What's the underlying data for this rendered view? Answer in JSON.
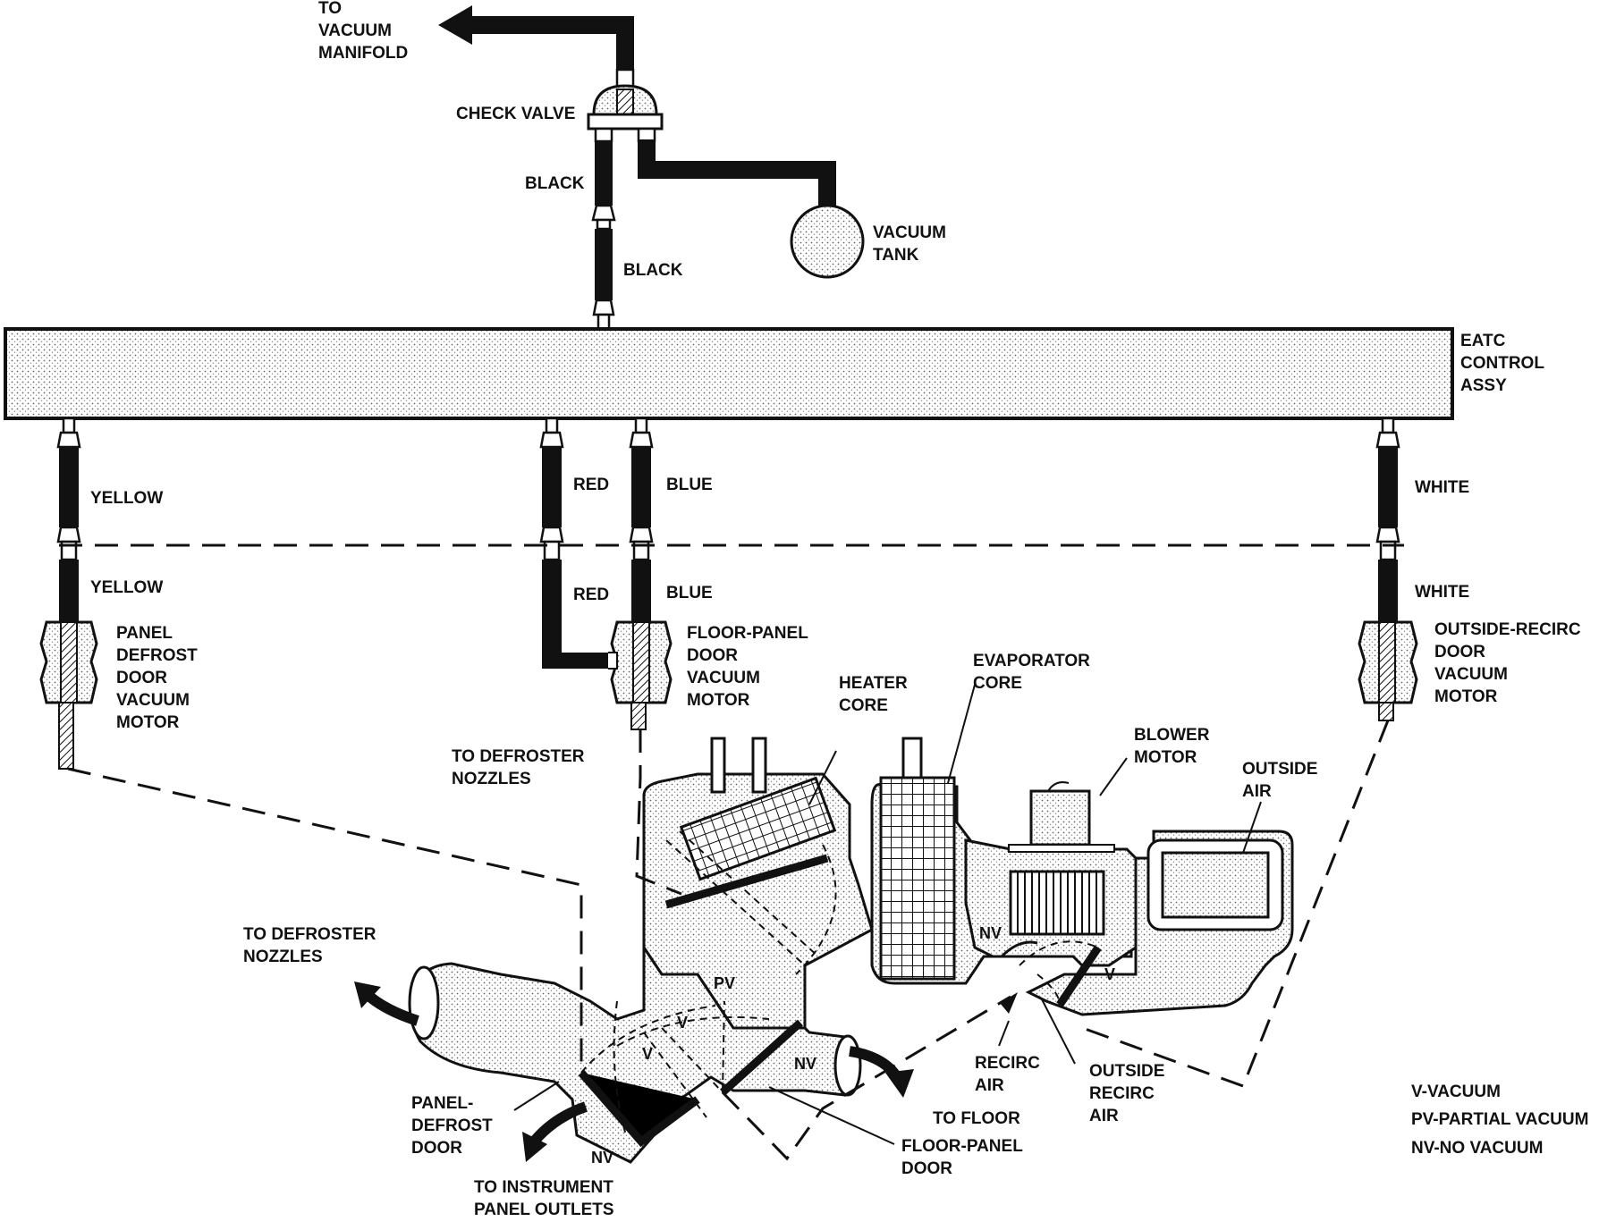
{
  "top": {
    "to_vacuum_manifold": [
      "TO",
      "VACUUM",
      "MANIFOLD"
    ],
    "check_valve": "CHECK VALVE",
    "black_upper": "BLACK",
    "black_lower": "BLACK",
    "vacuum_tank": [
      "VACUUM",
      "TANK"
    ]
  },
  "control": {
    "label": [
      "EATC",
      "CONTROL",
      "ASSY"
    ]
  },
  "hoses": {
    "yellow_upper": "YELLOW",
    "yellow_lower": "YELLOW",
    "red_upper": "RED",
    "red_lower": "RED",
    "blue_upper": "BLUE",
    "blue_lower": "BLUE",
    "white_upper": "WHITE",
    "white_lower": "WHITE"
  },
  "motors": {
    "panel_defrost": [
      "PANEL",
      "DEFROST",
      "DOOR",
      "VACUUM",
      "MOTOR"
    ],
    "floor_panel": [
      "FLOOR-PANEL",
      "DOOR",
      "VACUUM",
      "MOTOR"
    ],
    "outside_recirc": [
      "OUTSIDE-RECIRC",
      "DOOR",
      "VACUUM",
      "MOTOR"
    ]
  },
  "components": {
    "heater_core": [
      "HEATER",
      "CORE"
    ],
    "evaporator_core": [
      "EVAPORATOR",
      "CORE"
    ],
    "blower_motor": [
      "BLOWER",
      "MOTOR"
    ],
    "outside_air": [
      "OUTSIDE",
      "AIR"
    ],
    "to_defroster_nozzles_upper": [
      "TO DEFROSTER",
      "NOZZLES"
    ],
    "to_defroster_nozzles_left": [
      "TO DEFROSTER",
      "NOZZLES"
    ],
    "panel_defrost_door": [
      "PANEL-",
      "DEFROST",
      "DOOR"
    ],
    "to_instrument_panel_outlets": [
      "TO INSTRUMENT",
      "PANEL OUTLETS"
    ],
    "to_floor": "TO FLOOR",
    "floor_panel_door": [
      "FLOOR-PANEL",
      "DOOR"
    ],
    "recirc_air": [
      "RECIRC",
      "AIR"
    ],
    "outside_recirc_air": [
      "OUTSIDE",
      "RECIRC",
      "AIR"
    ]
  },
  "door_states": {
    "pv": "PV",
    "v_left_1": "V",
    "v_left_2": "V",
    "nv_floor": "NV",
    "nv_bottom": "NV",
    "nv_recirc": "NV",
    "v_recirc": "V"
  },
  "legend": {
    "v": "V-VACUUM",
    "pv": "PV-PARTIAL VACUUM",
    "nv": "NV-NO VACUUM"
  }
}
